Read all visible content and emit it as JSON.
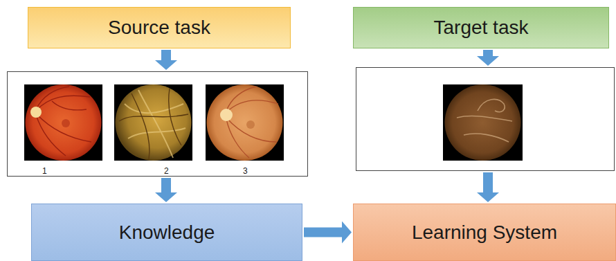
{
  "diagram": {
    "nodes": [
      {
        "text": [
          "Source task"
        ]
      },
      {
        "text": [
          "Target task"
        ]
      },
      {
        "text": [
          "1",
          "2",
          "3"
        ]
      },
      {
        "text": []
      },
      {
        "text": [
          "Knowledge"
        ]
      },
      {
        "text": [
          "Learning System"
        ]
      }
    ],
    "edges": [
      {
        "from": 0,
        "to": 2,
        "arrow": "to"
      },
      {
        "from": 2,
        "to": 4,
        "arrow": "to"
      },
      {
        "from": 1,
        "to": 3,
        "arrow": "to"
      },
      {
        "from": 3,
        "to": 5,
        "arrow": "to"
      },
      {
        "from": 4,
        "to": 5,
        "arrow": "to"
      }
    ]
  }
}
